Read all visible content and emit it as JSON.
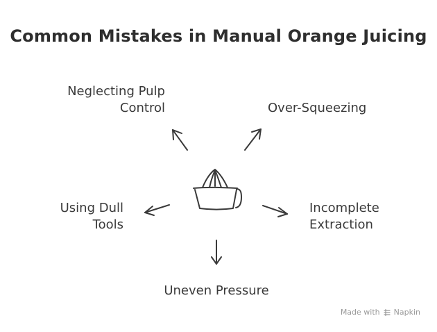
{
  "title": "Common Mistakes in Manual Orange Juicing",
  "center_icon": "juicer-icon",
  "mistakes": {
    "pulp": {
      "line1": "Neglecting Pulp",
      "line2": "Control"
    },
    "squeeze": {
      "line1": "Over-Squeezing"
    },
    "tools": {
      "line1": "Using Dull",
      "line2": "Tools"
    },
    "extraction": {
      "line1": "Incomplete",
      "line2": "Extraction"
    },
    "pressure": {
      "line1": "Uneven Pressure"
    }
  },
  "watermark": {
    "prefix": "Made with",
    "brand": "Napkin",
    "icon": "napkin-logo-icon"
  },
  "colors": {
    "ink": "#3a3a3a",
    "watermark": "#9a9a9a",
    "background": "#ffffff"
  }
}
